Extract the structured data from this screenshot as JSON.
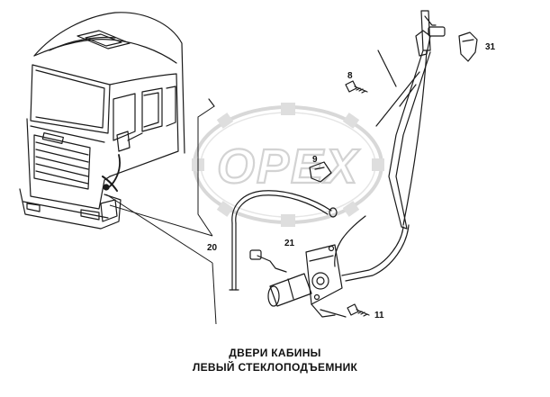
{
  "watermark": {
    "text": "OPEX"
  },
  "callouts": {
    "p8": "8",
    "p9": "9",
    "p11": "11",
    "p20": "20",
    "p21": "21",
    "p31": "31"
  },
  "caption": {
    "line1": "ДВЕРИ КАБИНЫ",
    "line2": "ЛЕВЫЙ СТЕКЛОПОДЪЕМНИК"
  }
}
